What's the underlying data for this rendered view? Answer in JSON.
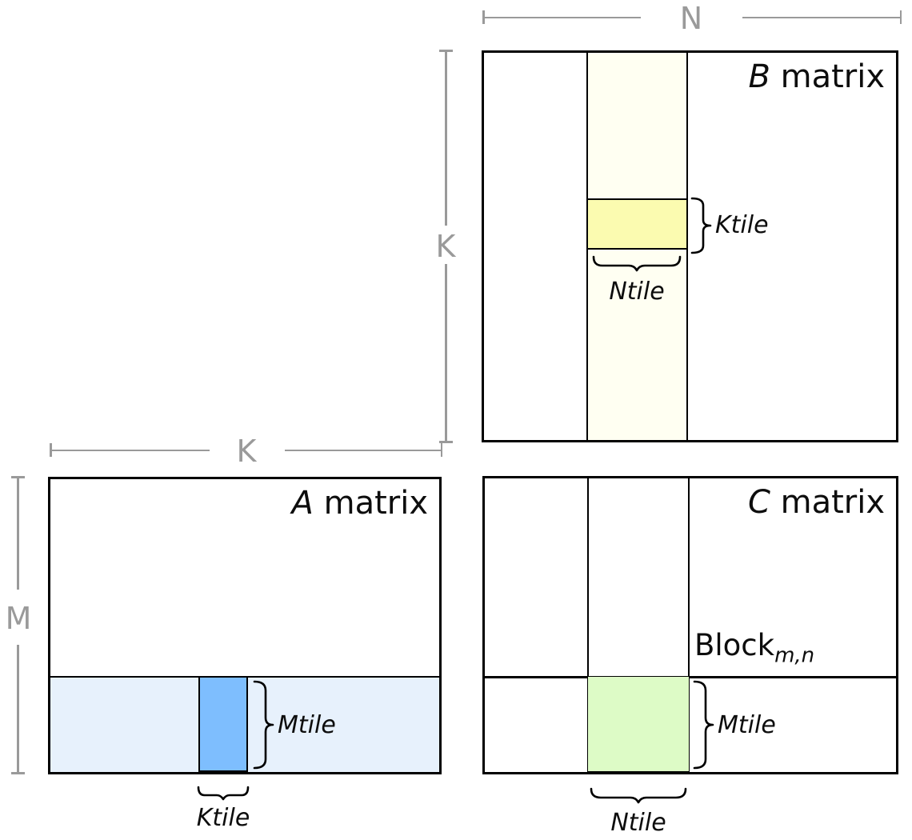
{
  "b": {
    "title_var": "B",
    "title_rest": " matrix",
    "ktile": "Ktile",
    "ntile": "Ntile"
  },
  "a": {
    "title_var": "A",
    "title_rest": " matrix",
    "mtile": "Mtile",
    "ktile": "Ktile"
  },
  "c": {
    "title_var": "C",
    "title_rest": " matrix",
    "block_base": "Block",
    "block_sub": "m,n",
    "mtile": "Mtile",
    "ntile": "Ntile"
  },
  "dims": {
    "n": "N",
    "k_b": "K",
    "k_a": "K",
    "m": "M"
  },
  "colors": {
    "b_strip": "#FFFFF2",
    "b_tile": "#FBFBB0",
    "a_strip": "#E7F1FC",
    "a_tile": "#7EBEFE",
    "c_tile": "#DDFBC6",
    "dim": "#9A9A9A",
    "border": "#000000"
  }
}
